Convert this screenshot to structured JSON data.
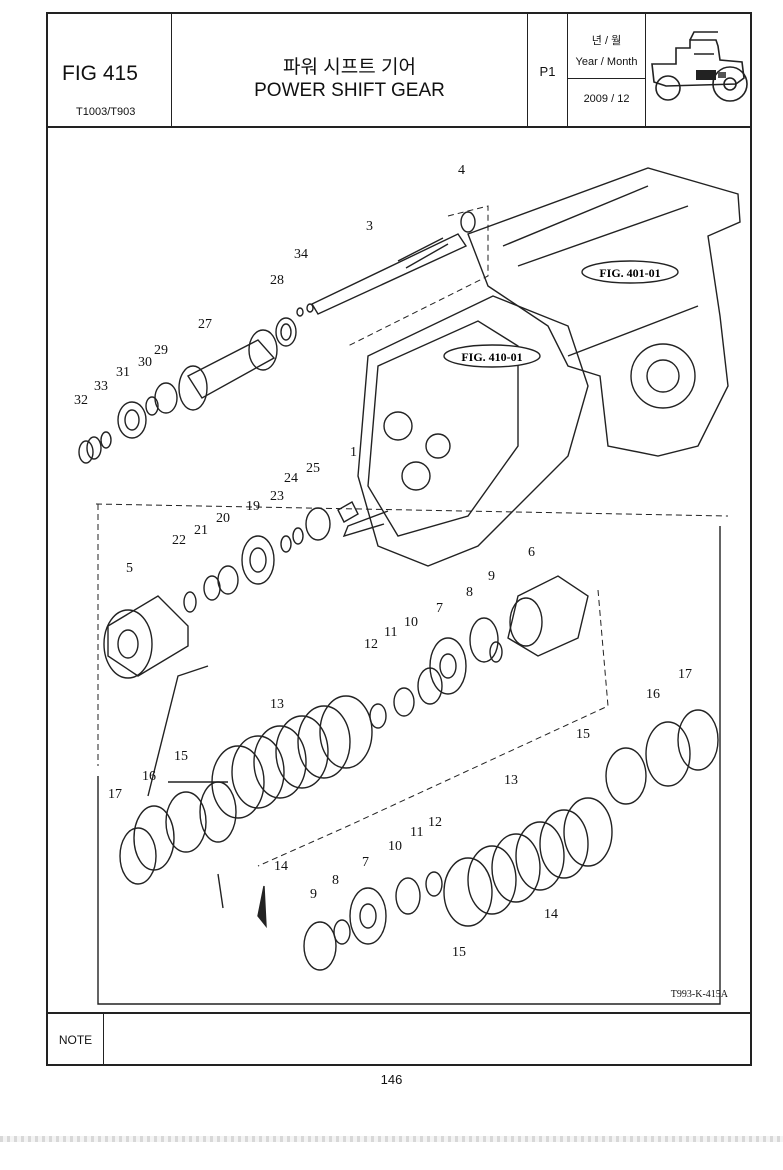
{
  "header": {
    "fig_no": "FIG 415",
    "model": "T1003/T903",
    "title_ko": "파워 시프트 기어",
    "title_en": "POWER SHIFT GEAR",
    "page_code": "P1",
    "year_month_ko": "년 / 월",
    "year_month_en": "Year / Month",
    "date": "2009 / 12"
  },
  "diagram": {
    "fig_refs": [
      "FIG. 401-01",
      "FIG. 410-01"
    ],
    "callouts": [
      "1",
      "3",
      "4",
      "5",
      "6",
      "7",
      "8",
      "9",
      "10",
      "11",
      "12",
      "13",
      "14",
      "15",
      "16",
      "17",
      "19",
      "20",
      "21",
      "22",
      "23",
      "24",
      "25",
      "27",
      "28",
      "29",
      "30",
      "31",
      "32",
      "33",
      "34"
    ],
    "drawing_ref": "T993-K-415A"
  },
  "note": {
    "label": "NOTE",
    "text": ""
  },
  "page_number": "146",
  "icons": [
    "tractor-icon"
  ]
}
